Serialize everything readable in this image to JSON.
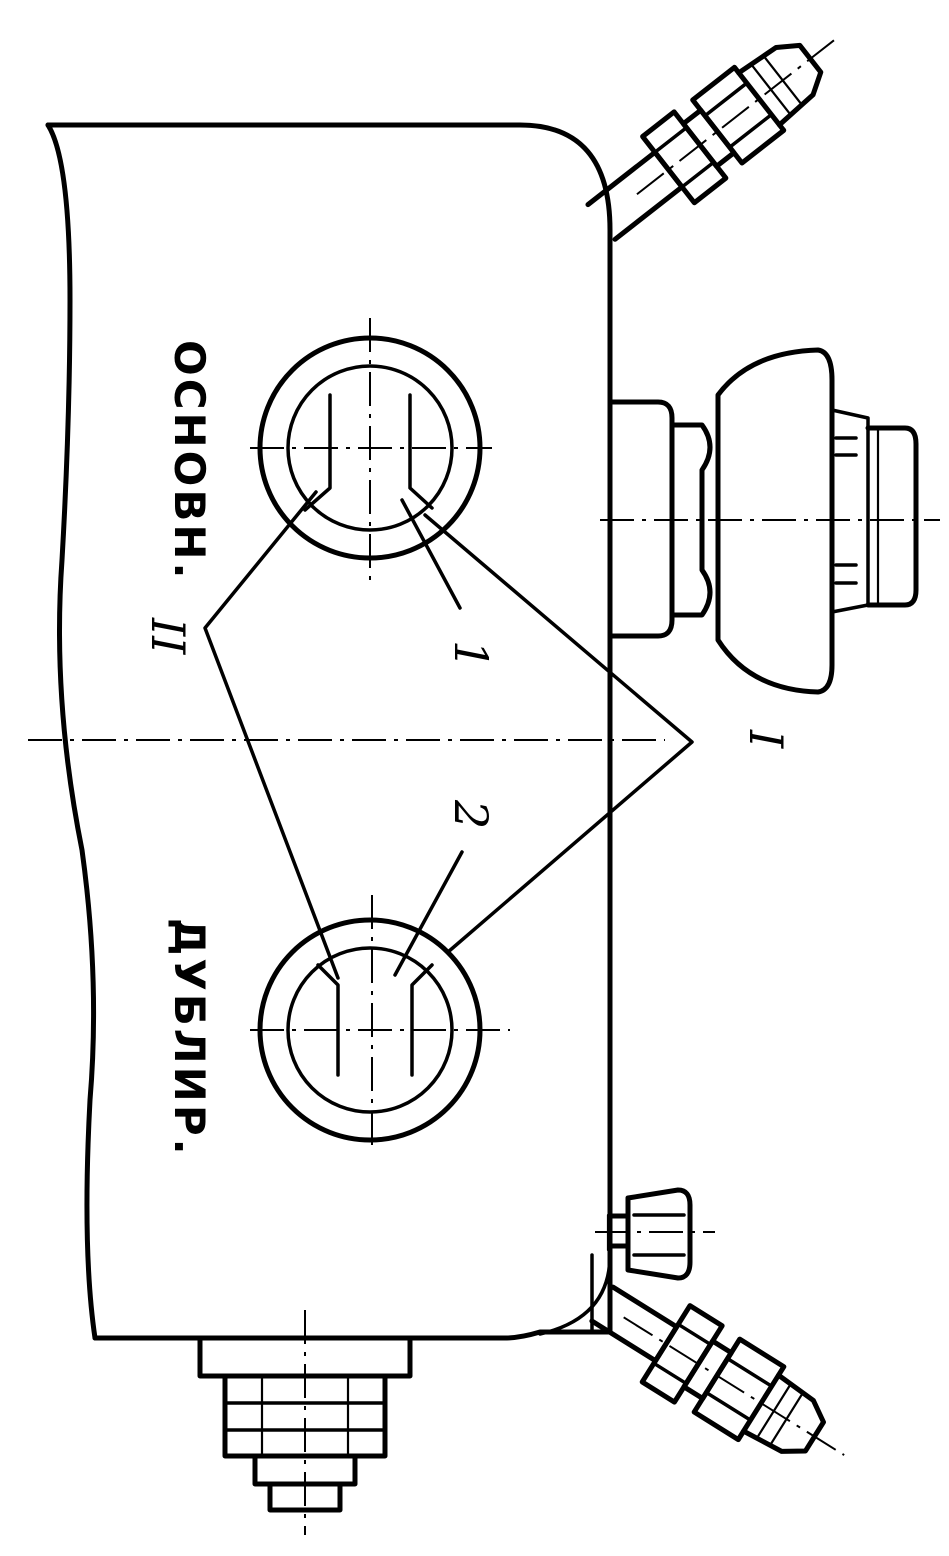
{
  "figure": {
    "labels": {
      "main_indicator": "ОСНОВН.",
      "dup_indicator": "ДУБЛИР.",
      "callout_ii": "II",
      "callout_i": "I",
      "callout_1": "1",
      "callout_2": "2"
    }
  }
}
